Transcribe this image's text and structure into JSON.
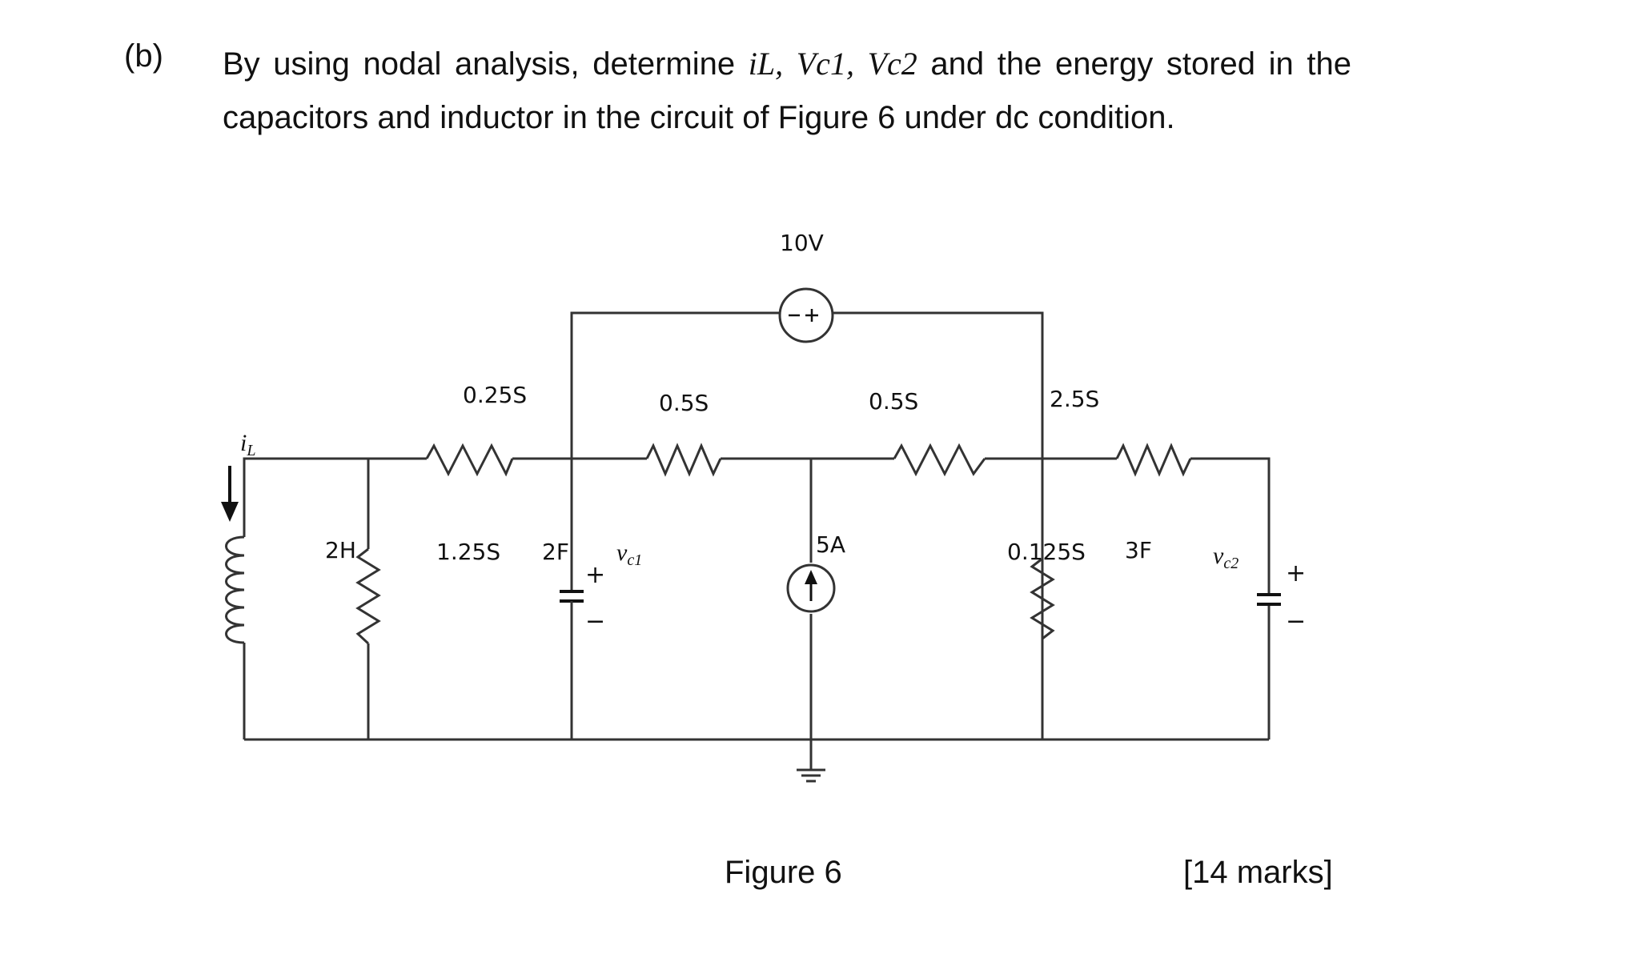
{
  "question": {
    "label": "(b)",
    "line1_before": "By using nodal analysis, determine",
    "var_iL": "iL,",
    "var_vc1": "Vc1,",
    "var_vc2": "Vc2",
    "line1_after": "and the energy stored in the",
    "line2": "capacitors and inductor in the circuit of Figure 6 under dc condition."
  },
  "figure": {
    "caption": "Figure 6",
    "marks": "[14 marks]",
    "labels": {
      "source_voltage": "10V",
      "g_top_left": "0.25S",
      "g_mid_left": "0.5S",
      "g_mid_right": "0.5S",
      "g_top_right": "2.5S",
      "inductor": "2H",
      "g_shunt_left": "1.25S",
      "cap1": "2F",
      "current_source": "5A",
      "g_shunt_right": "0.125S",
      "cap2": "3F",
      "iL_var": "i",
      "iL_sub": "L",
      "vc1_var": "v",
      "vc1_sub": "c1",
      "vc2_var": "v",
      "vc2_sub": "c2",
      "plus": "+",
      "minus": "−"
    }
  }
}
